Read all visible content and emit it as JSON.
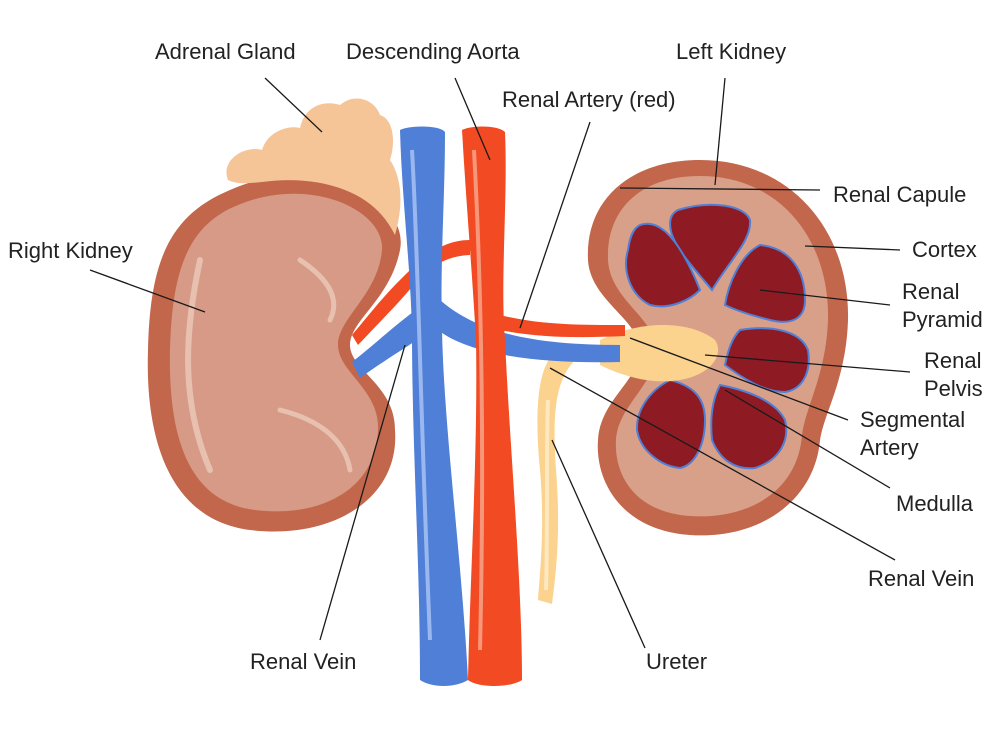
{
  "diagram": {
    "labels": {
      "adrenal_gland": "Adrenal Gland",
      "descending_aorta": "Descending Aorta",
      "left_kidney": "Left Kidney",
      "renal_artery": "Renal Artery (red)",
      "right_kidney": "Right Kidney",
      "renal_capsule": "Renal Capule",
      "cortex": "Cortex",
      "renal_pyramid_1": "Renal",
      "renal_pyramid_2": "Pyramid",
      "renal_pelvis_1": "Renal",
      "renal_pelvis_2": "Pelvis",
      "segmental_artery_1": "Segmental",
      "segmental_artery_2": "Artery",
      "medulla": "Medulla",
      "renal_vein_right": "Renal Vein",
      "renal_vein_left": "Renal Vein",
      "ureter": "Ureter"
    }
  },
  "colors": {
    "kidney_outer": "#c2674b",
    "kidney_inner": "#d69a86",
    "adrenal": "#f6c597",
    "vein": "#4f7fd6",
    "artery": "#f24a22",
    "ureter": "#fbd28e",
    "pyramid": "#8e1a24",
    "cortex": "#d9a089"
  }
}
